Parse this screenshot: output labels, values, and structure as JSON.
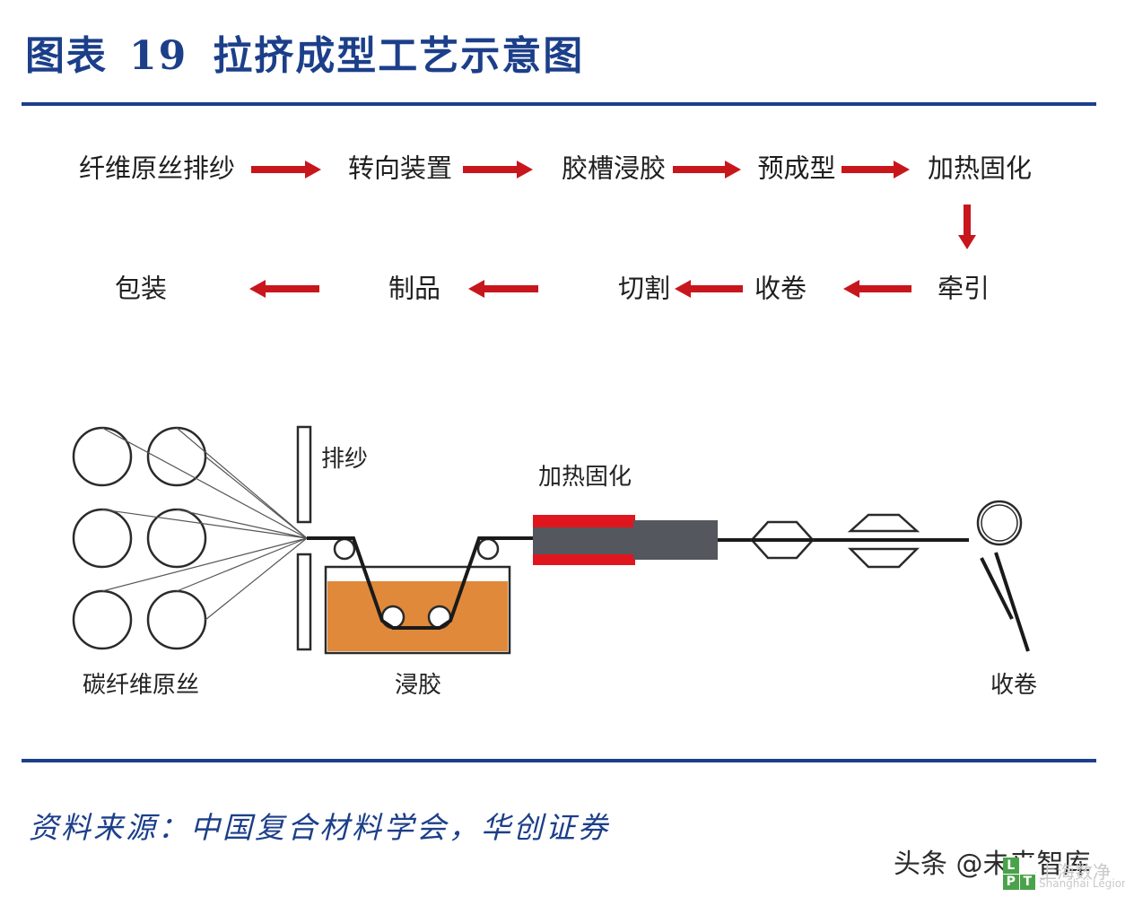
{
  "header": {
    "label": "图表",
    "number": "19",
    "title": "拉挤成型工艺示意图"
  },
  "flow": {
    "row1": [
      "纤维原丝排纱",
      "转向装置",
      "胶槽浸胶",
      "预成型",
      "加热固化"
    ],
    "row2": [
      "牵引",
      "收卷",
      "切割",
      "制品",
      "包装"
    ]
  },
  "diagram": {
    "label_creel": "碳纤维原丝",
    "label_guide": "排纱",
    "label_bath": "浸胶",
    "label_heat": "加热固化",
    "label_winder": "收卷"
  },
  "colors": {
    "brand_blue": "#1c3f8a",
    "arrow_red": "#c8161d",
    "resin_orange": "#e0893a",
    "die_red": "#e0161f",
    "die_gray": "#54575d"
  },
  "footer": {
    "source": "资料来源：中国复合材料学会，华创证券",
    "watermark": "头条 @未来智库",
    "logo_letters": [
      "L",
      "P",
      "T"
    ],
    "logo_cn": "上海数净",
    "logo_en": "Shanghai Legion"
  }
}
